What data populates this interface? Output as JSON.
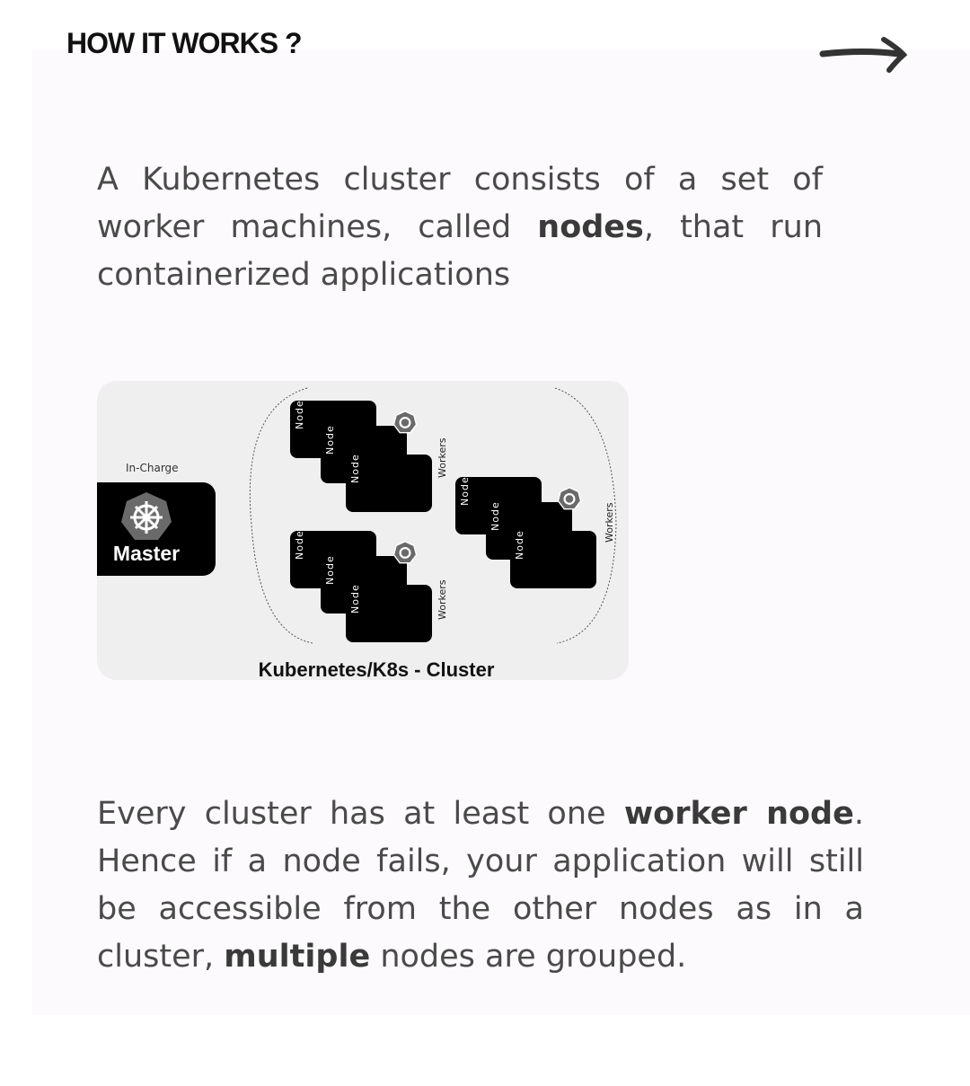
{
  "header": {
    "title": "HOW IT WORKS ?",
    "next_icon": "arrow-right-icon"
  },
  "intro": {
    "pre": "A Kubernetes cluster consists of a set of worker machines, called ",
    "bold": "nodes",
    "post": ", that run containerized applications"
  },
  "diagram": {
    "in_charge": "In-Charge",
    "master": "Master",
    "node_label": "Node",
    "workers_label": "Workers",
    "caption": "Kubernetes/K8s - Cluster",
    "groups": [
      {
        "nodes": [
          "Node",
          "Node",
          "Node"
        ],
        "label": "Workers"
      },
      {
        "nodes": [
          "Node",
          "Node",
          "Node"
        ],
        "label": "Workers"
      },
      {
        "nodes": [
          "Node",
          "Node",
          "Node"
        ],
        "label": "Workers"
      }
    ]
  },
  "outro": {
    "a": "Every cluster has at least one ",
    "b1": "worker node",
    "c": ". Hence if a node fails, your application will still be accessible from the other nodes as in a cluster, ",
    "b2": "multiple",
    "d": " nodes are grouped."
  },
  "colors": {
    "text": "#4a4a4a",
    "panel": "#fcfafc",
    "diagram_bg": "#efefef",
    "hept": "#6a6a6a"
  }
}
